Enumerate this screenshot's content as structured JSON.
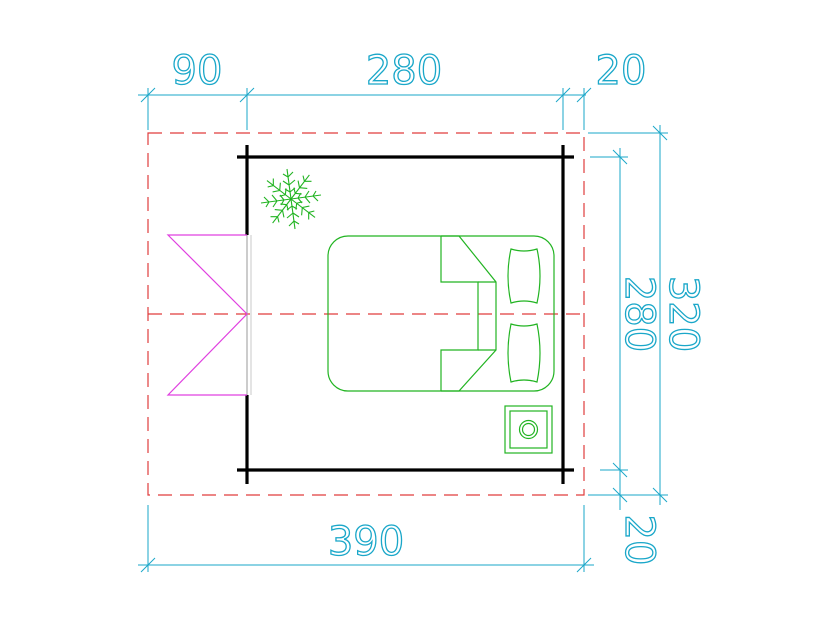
{
  "dimensions": {
    "top_left": "90",
    "top_middle": "280",
    "top_right": "20",
    "bottom": "390",
    "right_inner": "280",
    "right_outer": "320",
    "right_bottom": "20"
  },
  "colors": {
    "dimension": "#1aa7c9",
    "outline_dashed": "#e03c3c",
    "walls": "#000000",
    "furniture": "#22b422",
    "door": "#e040e0"
  },
  "icons": [
    "plant-icon",
    "bed-icon",
    "nightstand-icon",
    "door-icon"
  ]
}
